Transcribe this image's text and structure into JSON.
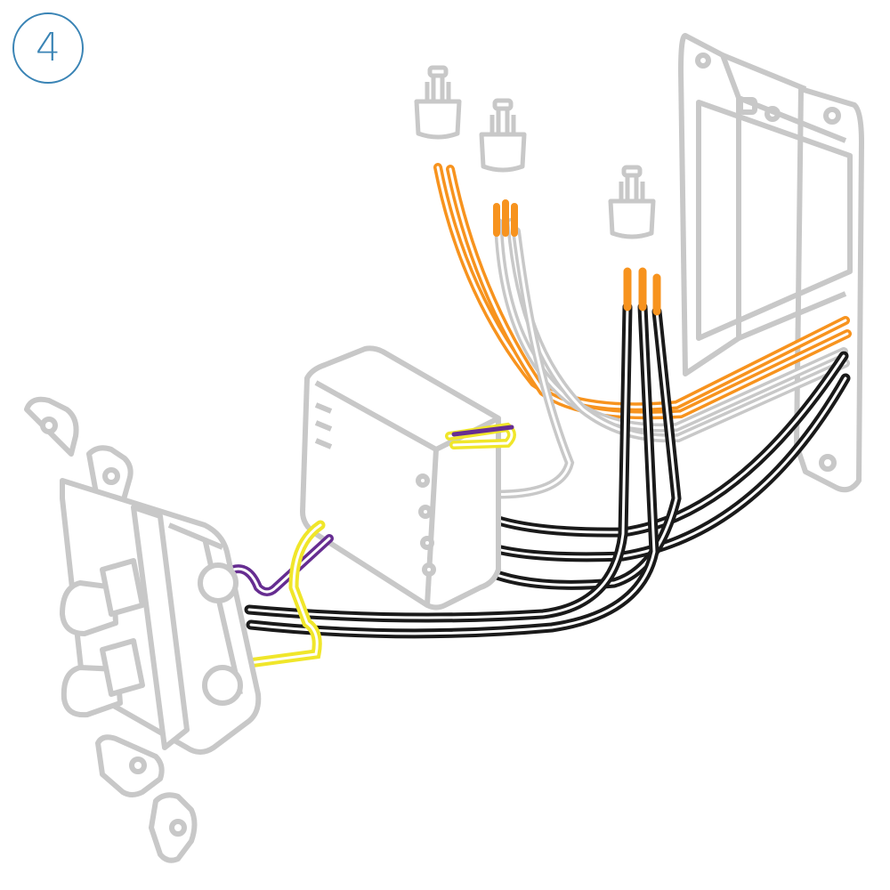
{
  "step": {
    "number": "4"
  },
  "colors": {
    "step_badge": "#3a84b5",
    "device_outline": "#c8c8c8",
    "wire_black": "#1a1a1a",
    "wire_white": "#ffffff",
    "wire_orange": "#f7931e",
    "wire_yellow": "#f0e62a",
    "wire_purple": "#662d91"
  },
  "icons": [
    "wall-switch",
    "smart-relay-module",
    "wire-nut",
    "electrical-box"
  ]
}
